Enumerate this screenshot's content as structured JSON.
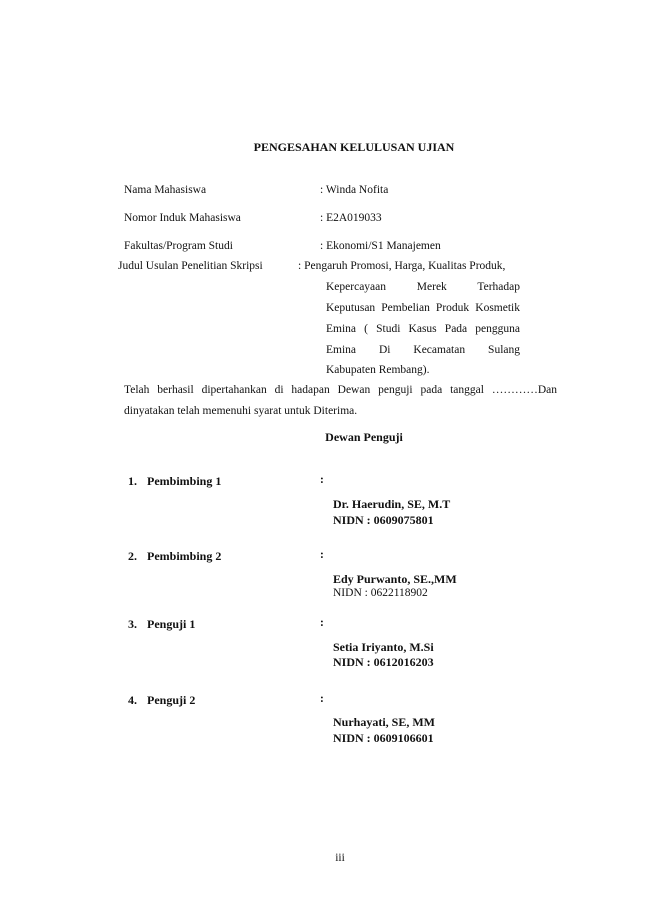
{
  "title": "PENGESAHAN KELULUSAN UJIAN",
  "fields": {
    "nama_label": "Nama Mahasiswa",
    "nama_value": ": Winda Nofita",
    "nim_label": "Nomor Induk Mahasiswa",
    "nim_value": ": E2A019033",
    "fakultas_label": "Fakultas/Program Studi",
    "fakultas_value": ": Ekonomi/S1 Manajemen",
    "judul_label": "Judul Usulan Penelitian Skripsi",
    "judul_lines": [
      ": Pengaruh Promosi, Harga, Kualitas Produk,",
      "Kepercayaan Merek Terhadap",
      "Keputusan Pembelian Produk Kosmetik",
      "Emina ( Studi Kasus Pada pengguna",
      "Emina Di Kecamatan Sulang",
      "Kabupaten Rembang)."
    ]
  },
  "statement": {
    "line1": "Telah berhasil dipertahankan di hadapan Dewan penguji pada tanggal …………Dan",
    "line2": "dinyatakan telah memenuhi syarat untuk Diterima."
  },
  "board_heading": "Dewan Penguji",
  "examiners": [
    {
      "number": "1.",
      "role": "Pembimbing 1",
      "colon": ":",
      "name": "Dr. Haerudin, SE, M.T",
      "nidn": "NIDN : 0609075801"
    },
    {
      "number": "2.",
      "role": "Pembimbing 2",
      "colon": ":",
      "name": "Edy Purwanto, SE.,MM",
      "nidn": "NIDN : 0622118902"
    },
    {
      "number": "3.",
      "role": "Penguji 1",
      "colon": ":",
      "name": "Setia Iriyanto, M.Si",
      "nidn": "NIDN : 0612016203"
    },
    {
      "number": "4.",
      "role": "Penguji 2",
      "colon": ":",
      "name": "Nurhayati, SE, MM",
      "nidn": "NIDN : 0609106601"
    }
  ],
  "page_number": "iii"
}
